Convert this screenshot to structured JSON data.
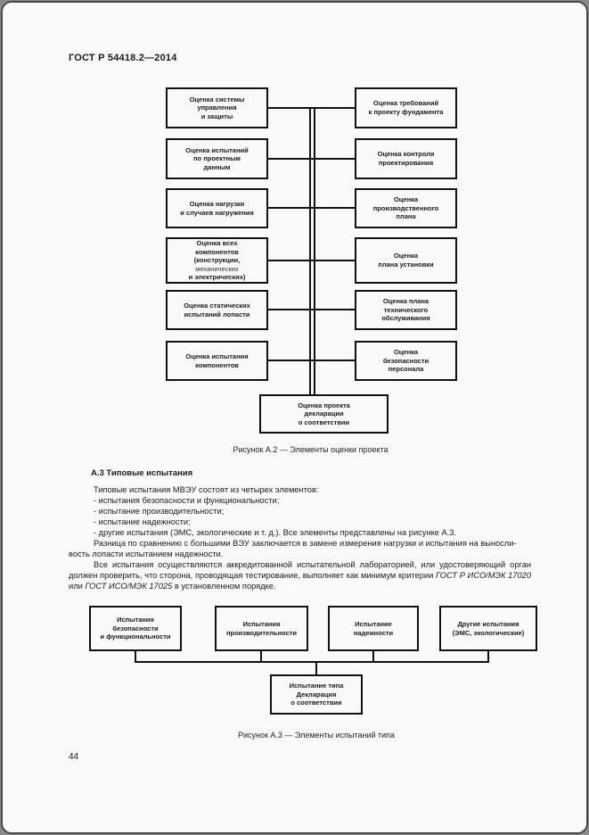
{
  "page": {
    "header": "ГОСТ Р 54418.2—2014",
    "page_number": "44"
  },
  "colors": {
    "ink": "#111111",
    "paper": "#f9f9f8"
  },
  "figure_a2": {
    "left_boxes": [
      "Оценка системы\nуправления\nи защиты",
      "Оценка испытаний\nпо проектным\nданным",
      "Оценка нагрузки\nи случаев нагружения",
      {
        "top": "Оценка всех\nкомпонентов\n(конструкции,",
        "light": "механических",
        "bottom": "и электрических)"
      },
      "Оценка статических\nиспытаний лопасти",
      "Оценка испытания\nкомпонентов"
    ],
    "right_boxes": [
      "Оценка требований\nк проекту фундамента",
      "Оценка контроля\nпроектирования",
      "Оценка\nпроизводственного\nплана",
      "Оценка\nплана установки",
      "Оценка плана\nтехнического\nобслуживания",
      "Оценка\nбезопасности\nперсонала"
    ],
    "bottom_box": "Оценка проекта\nдекларации\nо соответствии",
    "caption": "Рисунок А.2 — Элементы оценки проекта"
  },
  "section_a3": {
    "heading": "А.3 Типовые испытания",
    "p1": "Типовые испытания МВЭУ состоят из четырех элементов:",
    "p2": "- испытания безопасности и функциональности;",
    "p3": "- испытание производительности;",
    "p4": "- испытание надежности;",
    "p5": "- другие испытания (ЭМС, экологические и т. д.). Все элементы представлены на рисунке А.3.",
    "p6": "Разница по сравнению с большими ВЭУ заключается в замене измерения нагрузки и испытания на выносли-\nвость лопасти испытанием надежности.",
    "p7": {
      "pre": "Все испытания осуществляются аккредитованной испытательной лабораторией, или удостоверяющий орган должен проверить, что сторона, проводящая тестирование, выполняет как минимум критерии ",
      "ref1": "ГОСТ Р ИСО/МЭК 17020",
      "mid": " или ",
      "ref2": "ГОСТ ИСО/МЭК 17025",
      "post": " в установленном порядке."
    }
  },
  "figure_a3": {
    "boxes": [
      "Испытания\nбезопасности\nи функциональности",
      "Испытания\nпроизводительности",
      "Испытание\nнадежности",
      "Другие испытания\n(ЭМС, экологические)"
    ],
    "bottom_box": "Испытание типа\nДекларация\nо соответствии",
    "caption": "Рисунок А.3 — Элементы испытаний типа"
  }
}
